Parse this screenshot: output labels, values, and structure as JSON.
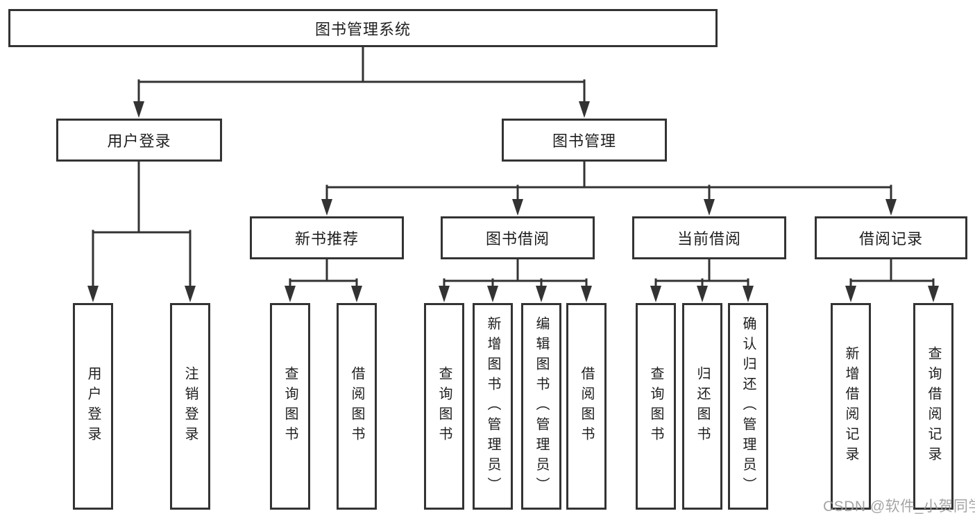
{
  "tree": {
    "label": "图书管理系统",
    "children": [
      {
        "label": "用户登录",
        "children": [
          {
            "label": "用户登录"
          },
          {
            "label": "注销登录"
          }
        ]
      },
      {
        "label": "图书管理",
        "children": [
          {
            "label": "新书推荐",
            "children": [
              {
                "label": "查询图书"
              },
              {
                "label": "借阅图书"
              }
            ]
          },
          {
            "label": "图书借阅",
            "children": [
              {
                "label": "查询图书"
              },
              {
                "label": "新增图书（管理员）"
              },
              {
                "label": "编辑图书（管理员）"
              },
              {
                "label": "借阅图书"
              }
            ]
          },
          {
            "label": "当前借阅",
            "children": [
              {
                "label": "查询图书"
              },
              {
                "label": "归还图书"
              },
              {
                "label": "确认归还（管理员）"
              }
            ]
          },
          {
            "label": "借阅记录",
            "children": [
              {
                "label": "新增借阅记录"
              },
              {
                "label": "查询借阅记录"
              }
            ]
          }
        ]
      }
    ]
  },
  "watermark": {
    "text": "CSDN @软件_小贺同学"
  },
  "colors": {
    "line": "#333333",
    "box_border": "#333333",
    "text": "#1e1e1e",
    "background": "#ffffff",
    "watermark": "#9b9b9b"
  }
}
